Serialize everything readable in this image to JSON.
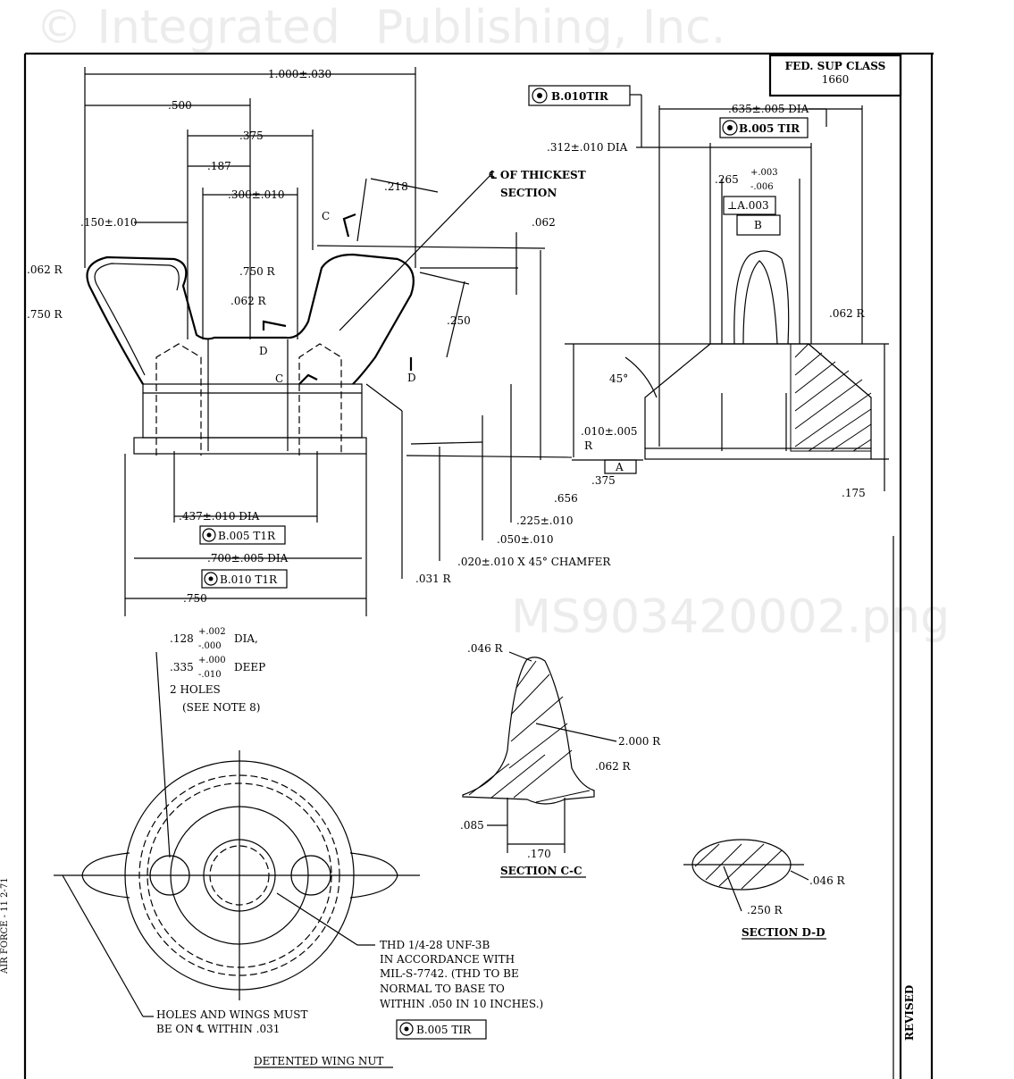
{
  "title_block": {
    "class_label": "FED. SUP CLASS",
    "class_value": "1660",
    "revised": "REVISED",
    "side_note": "AIR FORCE - 11  2-71"
  },
  "watermark": [
    "© Integrated",
    "Publishing, Inc.",
    "MS903420002.png"
  ],
  "front_view": {
    "dims": {
      "overall": "1.000±.030",
      "half": ".500",
      "d375": ".375",
      "d187": ".187",
      "d300": ".300±.010",
      "d150": ".150±.010",
      "d218": ".218",
      "cl_note_1": "℄ OF THICKEST",
      "cl_note_2": "SECTION",
      "d062": ".062",
      "r062_left": ".062 R",
      "r750_inner": ".750 R",
      "r750_outer": ".750 R",
      "r062_mid": ".062 R",
      "d250": ".250",
      "sec_c": "C",
      "sec_d": "D",
      "d437": ".437±.010 DIA",
      "tir_437": "B.005 T1R",
      "d700": ".700±.005 DIA",
      "tir_700": "B.010 T1R",
      "d750": ".750",
      "r031": ".031 R",
      "chamfer": ".020±.010 X 45°  CHAMFER",
      "d050": ".050±.010",
      "d225": ".225±.010",
      "d656": ".656"
    }
  },
  "side_view": {
    "tir_top": "B.010TIR",
    "d312": ".312±.010 DIA",
    "d635": ".635±.005 DIA",
    "tir_635": "B.005 TIR",
    "d265": ".265",
    "tol_plus": "+.003",
    "tol_minus": "-.006",
    "perp": "⊥A.003",
    "datum_b": "B",
    "r062": ".062 R",
    "angle": "45°",
    "r010": ".010±.005",
    "r010_r": "R",
    "d375": ".375",
    "datum_a": "A",
    "d175": ".175"
  },
  "hole_note": {
    "l1a": ".128",
    "l1p": "+.002",
    "l1m": "-.000",
    "l1b": "DIA,",
    "l2a": ".335",
    "l2p": "+.000",
    "l2m": "-.010",
    "l2b": "DEEP",
    "l3": "2 HOLES",
    "l4": "(SEE NOTE 8)"
  },
  "section_cc": {
    "r046": ".046 R",
    "r2000": "2.000 R",
    "r062": ".062 R",
    "d085": ".085",
    "d170": ".170",
    "title": "SECTION C-C"
  },
  "section_dd": {
    "r046": ".046 R",
    "r250": ".250 R",
    "title": "SECTION D-D"
  },
  "thread_note": [
    "THD 1/4-28 UNF-3B",
    "IN ACCORDANCE WITH",
    "MIL-S-7742. (THD TO BE",
    "NORMAL TO BASE TO",
    "WITHIN .050 IN 10 INCHES.)"
  ],
  "thread_tir": "B.005 TIR",
  "wings_note": [
    "HOLES AND WINGS MUST",
    "BE ON ℄ WITHIN .031"
  ],
  "drawing_title": "DETENTED WING NUT"
}
